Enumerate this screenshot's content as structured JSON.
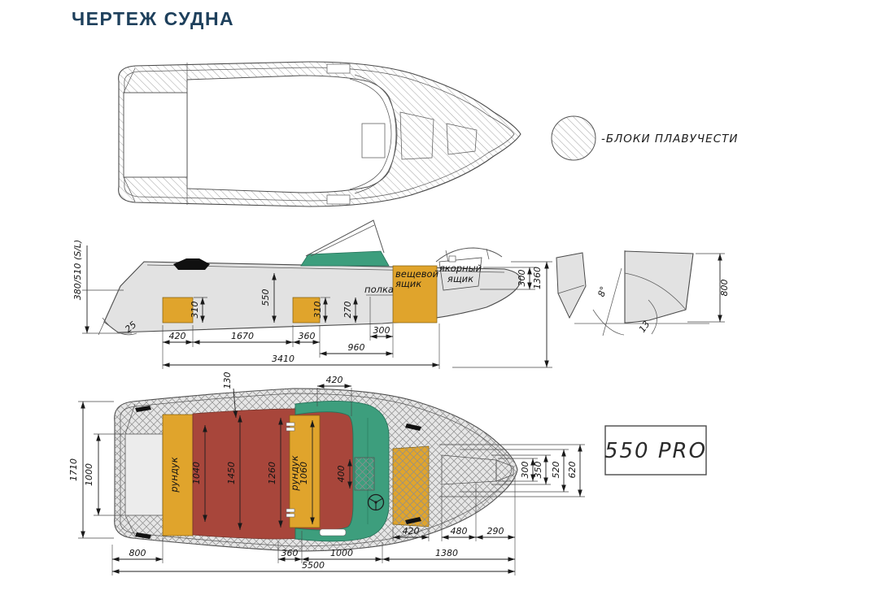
{
  "title": "ЧЕРТЕЖ СУДНА",
  "legend": {
    "label": "-БЛОКИ ПЛАВУЧЕСТИ"
  },
  "badge": {
    "model": "550 PRO"
  },
  "colors": {
    "title_text": "#1e405c",
    "hull_gray": "#e2e2e2",
    "locker_orange": "#e0a42c",
    "floor_red": "#a8463b",
    "console_green": "#3d9e7d"
  },
  "side_view": {
    "labels": {
      "transom_height_note": "380/510 (S/L)",
      "transom_angle": "25",
      "shelf": "полка",
      "gear_box_line1": "вещевой",
      "gear_box_line2": "ящик",
      "anchor_box_line1": "якорный",
      "anchor_box_line2": "ящик"
    },
    "dims": {
      "cockpit_depth": "550",
      "aft_locker_height": "310",
      "mid_locker_height": "310",
      "shelf_height": "270",
      "anchor_box_height": "300",
      "bow_height": "1360",
      "aft_locker_length": "420",
      "cockpit_length": "1670",
      "mid_locker_length": "360",
      "shelf_length": "300",
      "bow_section_length": "960",
      "deck_length": "3410"
    }
  },
  "transom_detail": {
    "dims": {
      "flare_angle": "8°",
      "deadrise_angle": "13",
      "transom_height": "800"
    }
  },
  "plan_view": {
    "labels": {
      "aft_locker": "рундук",
      "mid_locker": "рундук"
    },
    "dims": {
      "beam": "1710",
      "transom_inner_width": "1000",
      "platform_length": "800",
      "side_block_width": "130",
      "windshield_width": "420",
      "aft_locker_length": "1040",
      "cockpit_width_1": "1450",
      "cockpit_width_2": "1260",
      "mid_locker_length": "1060",
      "console_block": "400",
      "bow_w300": "300",
      "bow_w350": "350",
      "bow_w520": "520",
      "bow_w620": "620",
      "bow_hatch_length": "420",
      "bow_l480": "480",
      "bow_l290": "290",
      "bow_length": "1380",
      "mid_locker_span": "360",
      "aft_to_console": "1000",
      "overall_length": "5500"
    }
  }
}
